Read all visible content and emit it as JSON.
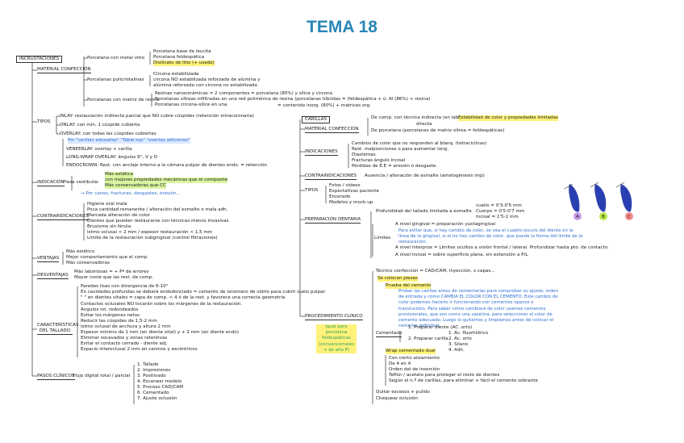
{
  "title": "TEMA 18",
  "left": {
    "root": "INCRUSTACIONES",
    "material": {
      "label": "MATERIAL CONFECCIÓN",
      "porcelana_metal": "Porcelana con metal vitro",
      "porcelana_metal_items": [
        "Porcelana base de leucita",
        "Porcelana feldespática",
        "Disilicato de litio (+ usado)"
      ],
      "policristalinas": "Porcelanas policristalinas",
      "policristalinas_items": [
        "Circona estabilizada",
        "circona NO estabilizada reforzada de alúmina y",
        "alúmina reforzada con circona no estabilizada"
      ],
      "resina": "Porcelanas con matriz de resina",
      "resina_items": [
        "Resinas nanocerámicas = 2 componentes = porcelana (80%) y sílice y circona",
        "Porcelanas vítreas infiltradas en una red polimérica de resina (porcelanas híbridas = (feldespática + ü. Al (86%) + resina)",
        "Porcelanas circona-sílice en una",
        "= contenido inorg. (80%) + matrices org."
      ]
    },
    "tipos": {
      "label": "TIPOS",
      "items": [
        "INLAY: restauración indirecta parcial que NO cubre cúspides (retención intracoronaria)",
        "ONLAY: con mín. 1 cúspide cubierta",
        "OVERLAY: con todas las cúspides cubiertas"
      ],
      "pin": "Pin \"cerillas adosadas\" \"Table top\" \"overlay adiciones\"",
      "extra": [
        "VENEERLAY: overlay + carilla",
        "LONG-WRAP OVERLAY: ángulos 9°, V y O",
        "ENDOCROWN: Rest. con anclaje interno a la cámara pulpar de dientes endo. = retención"
      ]
    },
    "indicacion": {
      "label": "INDICACIÓN",
      "main": "Pieza vestibular",
      "items": [
        "Más estética",
        "con mejores propiedades mecánicas que el composite",
        "Más conservadoras que CC"
      ],
      "extra": "→ Por caries, fracturas, desgastes, erosión..."
    },
    "contra": {
      "label": "CONTRAINDICACIONES",
      "items": [
        "Higiene oral mala",
        "Poca cantidad remanente / alteración del esmalte o mala adh.",
        "Marcada alteración de color",
        "Dientes que pueden restaurarse con técnicas menos invasivas",
        "Bruxismo sin férula",
        "Istmo oclusal < 2 mm / espesor restauración < 1,5 mm",
        "Límite de la restauración subgingival (control filtraciones)"
      ]
    },
    "ventajas": {
      "label": "VENTAJAS",
      "items": [
        "Más estético",
        "Mejor comportamiento que el comp.",
        "Más conservadoras"
      ]
    },
    "desventajas": {
      "label": "DESVENTAJAS",
      "items": [
        "Más laboriosas = + Pª de errores",
        "Mayor coste que las rest. de comp."
      ]
    },
    "caract": {
      "label": "CARACTERÍSTICAS DEL TALLADO",
      "items": [
        "Paredes lisas con divergencia de 6-10°",
        "En cavidades profundas se deberá endodonciado = cemento de ionómero de vidrio para cubrir suelo pulpar.",
        "\" \" en dientes vitales = capa de comp. < 4 ó de la rest. y favorece una correcta geometría",
        "Contactos oclusales NO tocarán sobre los márgenes de la restauración.",
        "Ángulos int. redondeados",
        "Evitar los márgenes netos",
        "Reducir las cúspides de 1,5-2 mm",
        "Istmo oclusal de anchura y altura 2 mm",
        "Espesor mínimo de 1 mm (en diente vital) y + 2 mm (en diente endo)",
        "Eliminar socavados y zonas retentivas",
        "Evitar el contacto cerrado - diente adj.",
        "Espacio interoclusal 2 mm en caninos y excéntricos"
      ]
    },
    "pasos": {
      "label": "PASOS CLÍNICOS",
      "main": "Flujo digital total / parcial",
      "items": [
        "1. Tallado",
        "2. Impresiones",
        "3. Positivado",
        "4. Escanear modelo",
        "5. Proceso CAD/CAM",
        "6. Cementado",
        "7. Ajuste oclusión"
      ]
    }
  },
  "right": {
    "root": "CARILLAS",
    "material": {
      "label": "MATERIAL CONFECCIÓN",
      "items": [
        "De comp. con técnica indirecta (en labo)",
        "Estabilidad de color y propiedades limitadas",
        "directa",
        "De porcelana (porcelanas de matriz vítrea = feldespáticas)"
      ]
    },
    "indicaciones": {
      "label": "INDICACIONES",
      "items": [
        "Cambios de color que no responden al blanq. (tetraciclinas)",
        "Rest. malposiciones o para aumentar long.",
        "Diastemas",
        "Fracturas ángulo incisal",
        "Pérdidas de E.E = erosión o desgaste."
      ]
    },
    "contra": {
      "label": "CONTRAINDICACIONES",
      "main": "Ausencia / alteración de esmalte (amelogénesis imp)"
    },
    "tipos": {
      "label": "TIPOS",
      "items": [
        "Fotos / vídeos",
        "Expectativas paciente",
        "Encerado",
        "Modelos y mock-up"
      ]
    },
    "preparacion": {
      "label": "PREPARACIÓN DENTARIA",
      "main": "Profundidad del tallado limitada a esmalte",
      "depths": [
        "cuello = 0'3-0'5 mm",
        "Cuerpo = 0'5-0'7 mm",
        "Incisal = 1'5-2 mm"
      ],
      "limites": "Límites",
      "gingival": "A nivel gingival = preparación yuxtagingival",
      "gingival_note": "Para evitar que, si hay cambio de color, se vea el cuadro oscuro del diente en la línea de la gingival, si el no hay cambio de color, que pueda la forma del límite de la restauración.",
      "interprox": "A nivel interprox = Límites ocultos a visión frontal / lateral. Profundizar hasta pto. de contacto.",
      "incisal": "A nivel incisal = sobre superficie plana, sin extensión a P/L"
    },
    "procedimiento": {
      "label": "PROCEDIMIENTO CLÍNICO",
      "note": "Igual para porcelana feldespáticas (convencionales + de alta P)",
      "tecnico": "Técnico confección = CAD/CAM, inyección, x capas...",
      "secar": "Se colocan piezas",
      "prueba": "Prueba del cemento",
      "prueba_text": "Probar las carillas antes de cementarlas para comprobar su ajuste, orden de entrada y cómo CAMBIA EL COLOR CON EL CEMENTO. Este cambio de color podemos hacerlo ir funcionando con cementos opacos o translucidos. Para saber cómo cambiará de color usamos cementos provisionales, que son como una vaselina, para seleccionar el color de cemento adecuado. Luego lo quitamos y limpiamos antes de colocar el cemento definitivo.",
      "cementado": "Cementado",
      "porcel": "1. Preparar diente (AC. orto)",
      "porcel_items": [
        "1. Ác. fluorhídrico",
        "2. Ác. orto",
        "3. Silano",
        "4. Adh."
      ],
      "preparar": "2. Preparar carilla",
      "wrap": "Wrap cementado dual",
      "final_items": [
        "Con cierto aislamiento",
        "De 4 en 4",
        "Orden del de inserción",
        "Teflón / acetato para proteger el resto de dientes",
        "Según el n.º de carillas, para eliminar + fácil el cemento sobrante"
      ],
      "pulir": "Quitar excesos + pulido",
      "chequear": "Chequear oclusión"
    },
    "figure_labels": [
      "A",
      "B",
      "C"
    ]
  }
}
